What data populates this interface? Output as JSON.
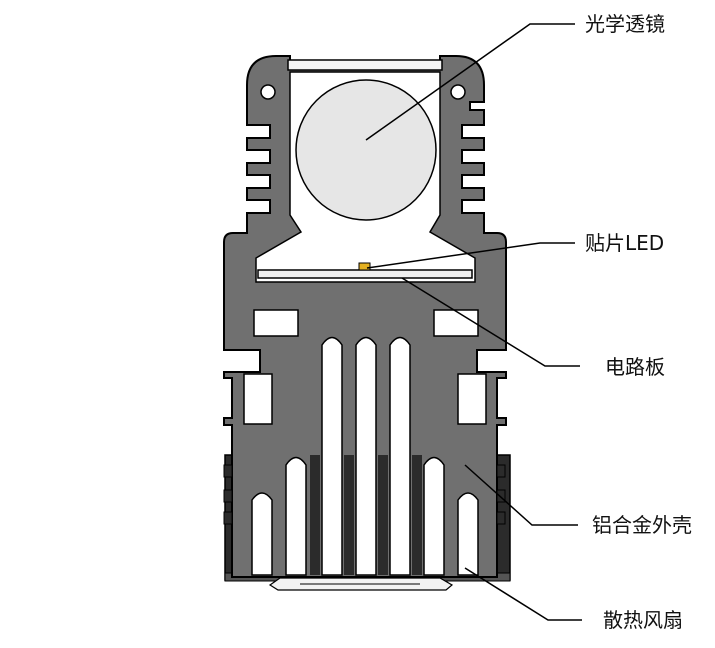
{
  "labels": {
    "lens": "光学透镜",
    "led": "贴片LED",
    "pcb": "电路板",
    "housing": "铝合金外壳",
    "fan": "散热风扇"
  },
  "colors": {
    "housing": "#707070",
    "housing_dark": "#3a3a3a",
    "outline": "#000000",
    "lens": "#e6e6e6",
    "pcb": "#efefef",
    "led": "#e4b020",
    "background": "#ffffff"
  }
}
